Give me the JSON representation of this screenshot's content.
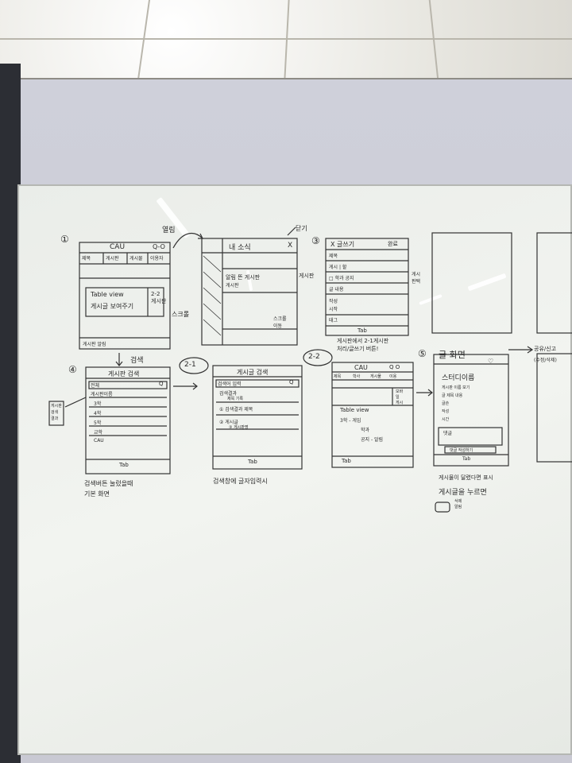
{
  "scene": {
    "top_row": {
      "s1": {
        "num": "①",
        "title": "CAU",
        "search": "Q-O",
        "tabs": [
          "제목",
          "게시판",
          "게시물",
          "이용자"
        ],
        "tableview": "Table view",
        "sub": "게시글 보여주기",
        "side": "2-2\n게시판",
        "scroll": "스크롤",
        "bottom": "게시판 알림",
        "note": "열림"
      },
      "s2": {
        "title": "내 소식",
        "close": "X",
        "close_note": "닫기",
        "item": "알림 뜬 게시판",
        "item2": "게시판",
        "side": "게시판",
        "scroll_note": "스크롤\n이동"
      },
      "s3": {
        "num": "③",
        "title": "X 글쓰기",
        "action": "완료",
        "row1": "제목",
        "row2": "게시 | 할",
        "row3": "□ 학과 공지",
        "row4": "글 내용",
        "row5": "작성",
        "row6": "시작",
        "row7": "태그",
        "tab": "Tab",
        "side": "게시\n판택",
        "foot": "게시판에서 2-1게시판\n처리/글쓰기 버튼!"
      }
    },
    "bottom_row": {
      "s4": {
        "num": "④",
        "title": "게시판 검색",
        "search_icon": "Q",
        "items": [
          "전체",
          "게시판이름",
          "3학",
          "4학",
          "5학",
          "교학",
          "CAU"
        ],
        "tab": "Tab",
        "caption": "검색버튼 눌렀을때\n기본 화면",
        "arrow_label": "검색",
        "side": "게시판\n검색\n결과"
      },
      "s5": {
        "num": "2-1",
        "title": "게시글 검색",
        "search_icon": "Q",
        "items": [
          "검색어 입력",
          "검색결과",
          "제목 기록",
          "① 검색결과 제목",
          "② 게시글",
          "③ 게시판명"
        ],
        "tab": "Tab",
        "caption": "검색창에 글자입력시"
      },
      "s6": {
        "num": "2-2",
        "title": "CAU",
        "search": "Q O",
        "tabs": [
          "제목",
          "학사",
          "게시물",
          "이용"
        ],
        "tableview": "Table view",
        "rows": [
          "3학 - 게임",
          "학과",
          "공지 - 알림"
        ],
        "side": "모바\n일\n게시",
        "tab": "Tab"
      },
      "s7": {
        "num": "⑤",
        "title": "글 화면",
        "topnote": "공유/신고",
        "topnote2": "(수정/삭제)",
        "heart": "♡",
        "name": "스터디이름",
        "lines": [
          "게시판 이름 보기",
          "글 제목 내용",
          "글쓴",
          "작성",
          "시간"
        ],
        "comment": "댓글",
        "button": "댓글 작성하기",
        "tab": "Tab",
        "caption": "게시물이 달렸다면 표시",
        "caption2": "게시글을 누르면",
        "caption3": "삭제\n알림"
      }
    },
    "colors": {
      "board": "#eef0ec",
      "ink": "#2a2a2a",
      "wall": "#cdcdd7",
      "ceiling": "#e9e8e2",
      "pillar": "#2c2e34"
    }
  }
}
